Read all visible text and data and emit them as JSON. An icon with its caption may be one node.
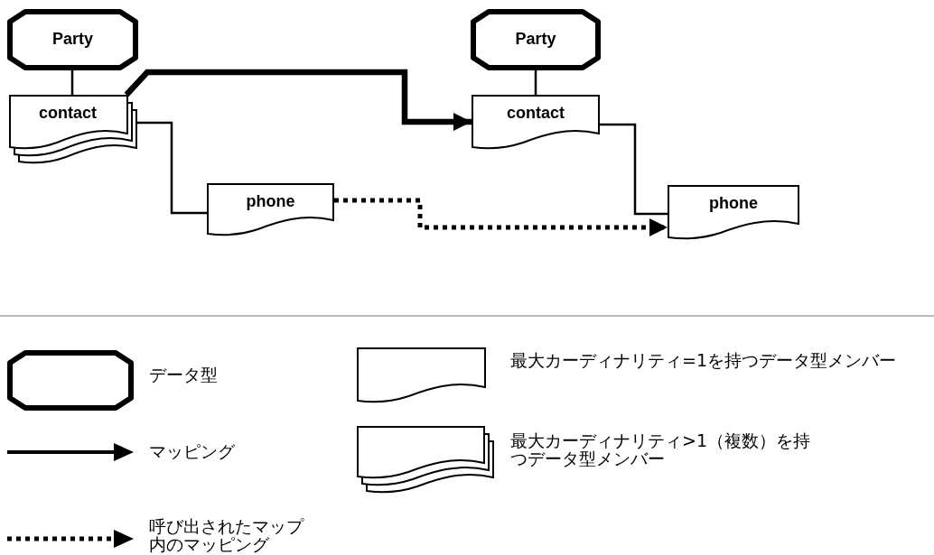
{
  "diagram": {
    "nodes": [
      {
        "text": [
          "Party"
        ]
      },
      {
        "text": [
          "contact"
        ]
      },
      {
        "text": [
          "phone"
        ]
      },
      {
        "text": [
          "Party"
        ]
      },
      {
        "text": [
          "contact"
        ]
      },
      {
        "text": [
          "phone"
        ]
      },
      {
        "text": [],
        "shape": "octagon"
      },
      {
        "text": [],
        "shape": "document"
      },
      {
        "text": [],
        "shape": "document"
      }
    ],
    "edges": [
      {
        "from": 0,
        "to": 1,
        "arrow": "none"
      },
      {
        "from": 1,
        "to": 2,
        "arrow": "none"
      },
      {
        "from": 1,
        "to": 4,
        "arrow": "to",
        "style": "thick"
      },
      {
        "from": 2,
        "to": 5,
        "arrow": "to",
        "style": "dashed"
      },
      {
        "from": 3,
        "to": 4,
        "arrow": "none"
      },
      {
        "from": 4,
        "to": 5,
        "arrow": "none"
      }
    ],
    "legend": [
      {
        "text": "データ型"
      },
      {
        "text": "最大カーディナリティ=1を持つデータ型メンバー"
      },
      {
        "text": "マッピング"
      },
      {
        "text": "最大カーディナリティ>1（複数）を持つデータ型メンバー"
      },
      {
        "text": "呼び出されたマップ内のマッピング"
      }
    ]
  }
}
